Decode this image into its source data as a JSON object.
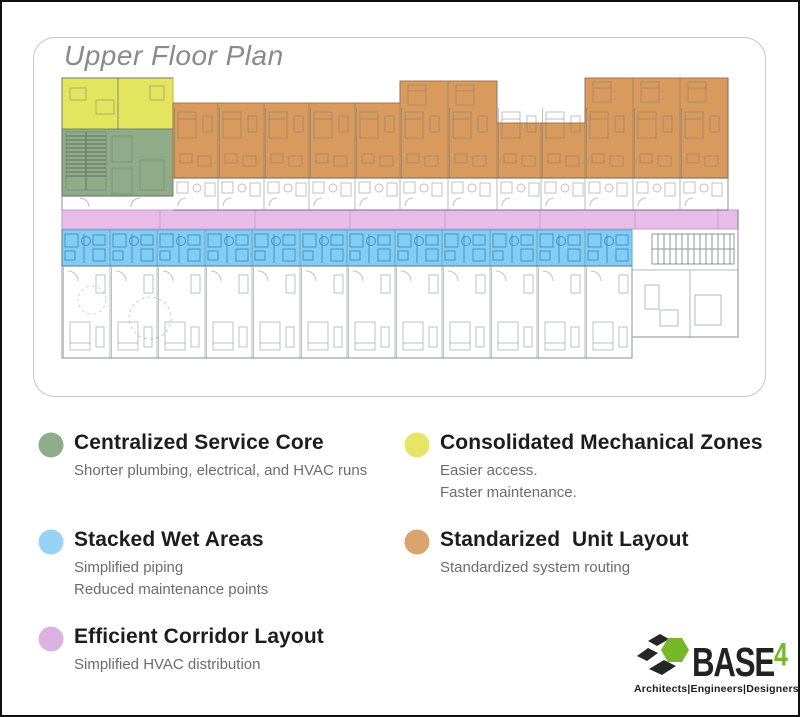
{
  "plan": {
    "title": "Upper Floor Plan"
  },
  "zones": {
    "mechanical_color": "#e4e55e",
    "service_core_color": "#8fab87",
    "unit_layout_color": "#d89a5d",
    "corridor_color": "#e7bce9",
    "wet_areas_color": "#83ccf3"
  },
  "legend": {
    "items": [
      {
        "id": "centralized-service-core",
        "color": "#8fad8c",
        "title": "Centralized Service Core",
        "lines": [
          "Shorter plumbing, electrical, and HVAC runs"
        ]
      },
      {
        "id": "stacked-wet-areas",
        "color": "#97d2f7",
        "title": "Stacked Wet Areas",
        "lines": [
          "Simplified piping",
          "Reduced maintenance points"
        ]
      },
      {
        "id": "efficient-corridor-layout",
        "color": "#dcb3e0",
        "title": "Efficient Corridor Layout",
        "lines": [
          "Simplified HVAC distribution"
        ]
      },
      {
        "id": "consolidated-mechanical-zones",
        "color": "#e6e566",
        "title": "Consolidated Mechanical Zones",
        "lines": [
          "Easier access.",
          "Faster maintenance."
        ]
      },
      {
        "id": "standarized-unit-layout",
        "color": "#dba36d",
        "title": "Standarized  Unit Layout",
        "lines": [
          "Standardized system routing"
        ]
      }
    ]
  },
  "logo": {
    "name": "BASE",
    "suffix": "4",
    "suffix_color": "#76b82a",
    "tagline": "Architects|Engineers|Designers"
  }
}
